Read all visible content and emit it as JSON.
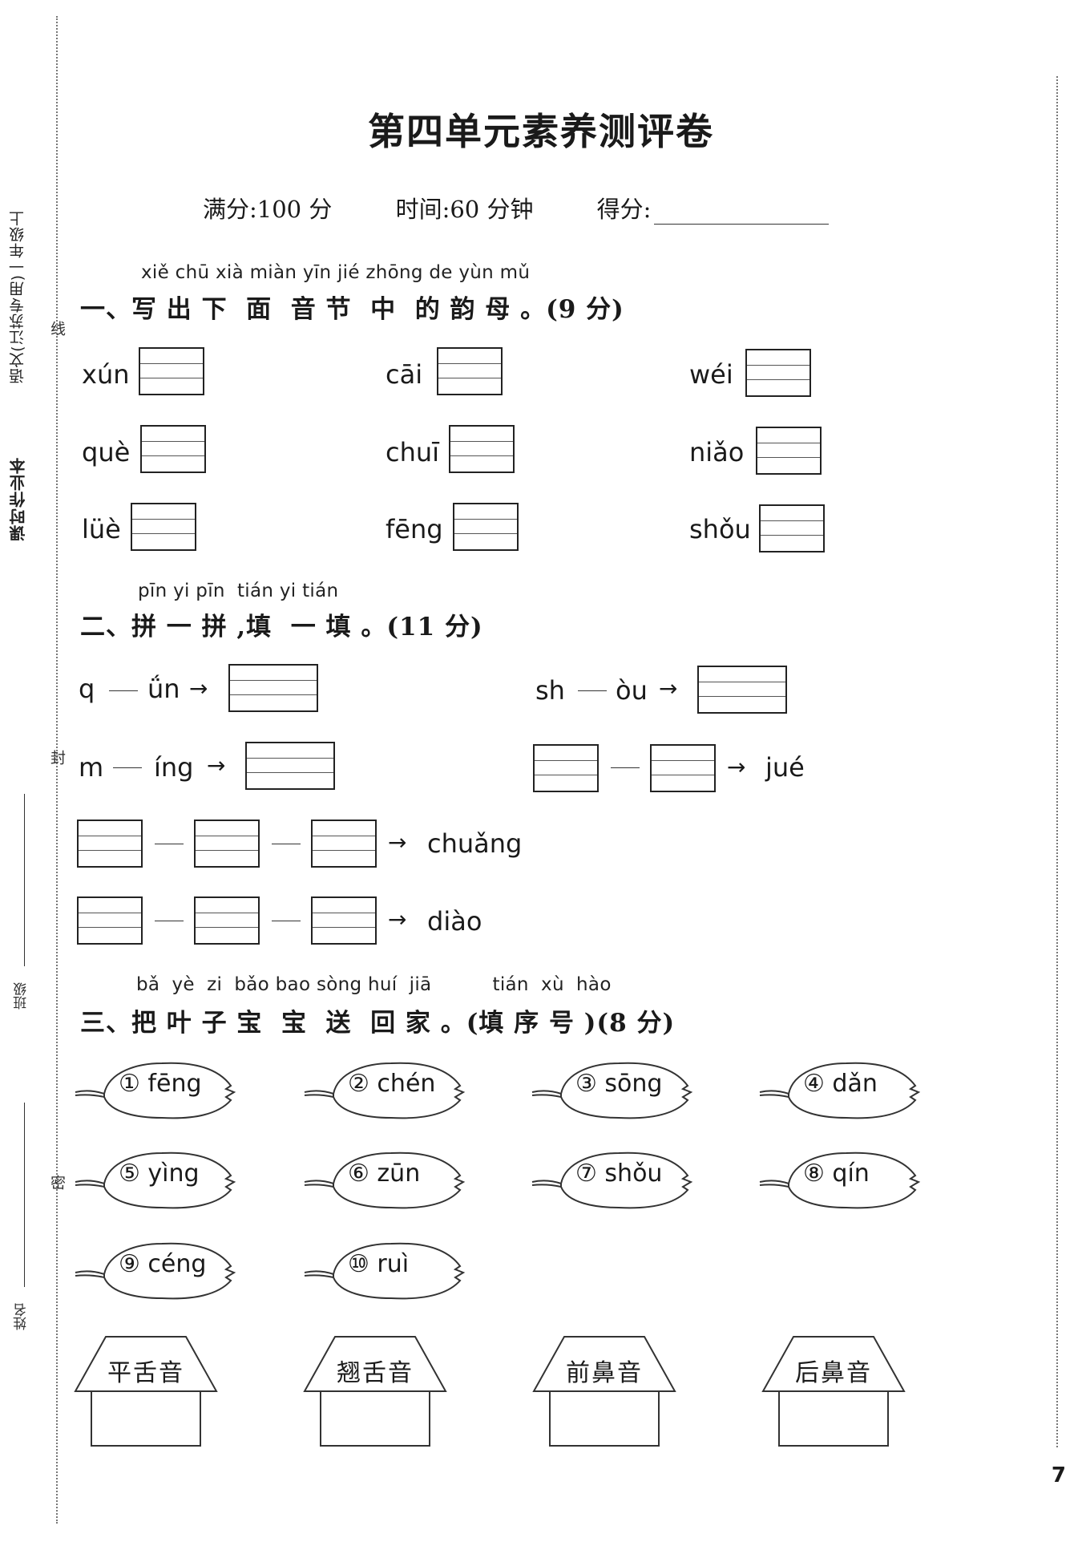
{
  "margin": {
    "book_title": "课时作业本",
    "book_subject": "语文(江苏专用)一年级上",
    "cut_line_1": "线",
    "cut_line_2": "封",
    "cut_line_3": "密",
    "class_label": "班级",
    "name_label": "姓名"
  },
  "header": {
    "title": "第四单元素养测评卷",
    "full_score": "满分:100 分",
    "time": "时间:60 分钟",
    "score_label": "得分:"
  },
  "section1": {
    "pinyin": "xiě chū xià miàn yīn jié zhōng de yùn mǔ",
    "heading": "一、写 出 下  面  音 节  中  的 韵 母 。(9 分)",
    "items": [
      "xún",
      "cāi",
      "wéi",
      "què",
      "chuī",
      "niǎo",
      "lüè",
      "fēng",
      "shǒu"
    ]
  },
  "section2": {
    "pinyin": "pīn yi pīn  tián yi tián",
    "heading": "二、拼 一 拼 ,填  一 填 。(11 分)",
    "rows": [
      {
        "a": "q",
        "b": "ǘn"
      },
      {
        "a": "sh",
        "b": "òu"
      },
      {
        "a": "m",
        "b": "íng"
      },
      {
        "result": "jué"
      },
      {
        "result": "chuǎng"
      },
      {
        "result": "diào"
      }
    ]
  },
  "section3": {
    "pinyin": "bǎ  yè  zi  bǎo bao sòng huí  jiā          tián  xù  hào",
    "heading": "三、把 叶 子 宝  宝  送  回 家 。(填 序 号 )(8 分)",
    "leaves": [
      "① fēng",
      "② chén",
      "③ sōng",
      "④ dǎn",
      "⑤ yìng",
      "⑥ zūn",
      "⑦ shǒu",
      "⑧ qín",
      "⑨ céng",
      "⑩ ruì"
    ],
    "houses": [
      "平舌音",
      "翘舌音",
      "前鼻音",
      "后鼻音"
    ]
  },
  "page_number": "7"
}
